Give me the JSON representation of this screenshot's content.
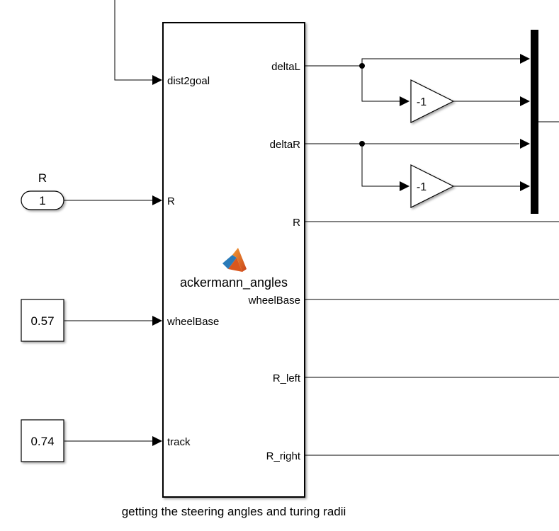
{
  "model": {
    "main_block": {
      "name": "ackermann_angles",
      "caption": "getting the steering angles and turing radii",
      "inputs": [
        "dist2goal",
        "R",
        "wheelBase",
        "track"
      ],
      "outputs": [
        "deltaL",
        "deltaR",
        "R",
        "wheelBase",
        "R_left",
        "R_right"
      ],
      "icon": "matlab-logo-icon"
    },
    "from_block": {
      "tag_label": "R",
      "value": "1"
    },
    "constants": [
      {
        "value": "0.57"
      },
      {
        "value": "0.74"
      }
    ],
    "gains": [
      {
        "value": "-1"
      },
      {
        "value": "-1"
      }
    ],
    "mux": {
      "inputs": 4
    },
    "colors": {
      "line": "#000000",
      "block_fill": "#ffffff",
      "logo_orange": "#e86a1e",
      "logo_blue": "#2a7ab8"
    }
  }
}
